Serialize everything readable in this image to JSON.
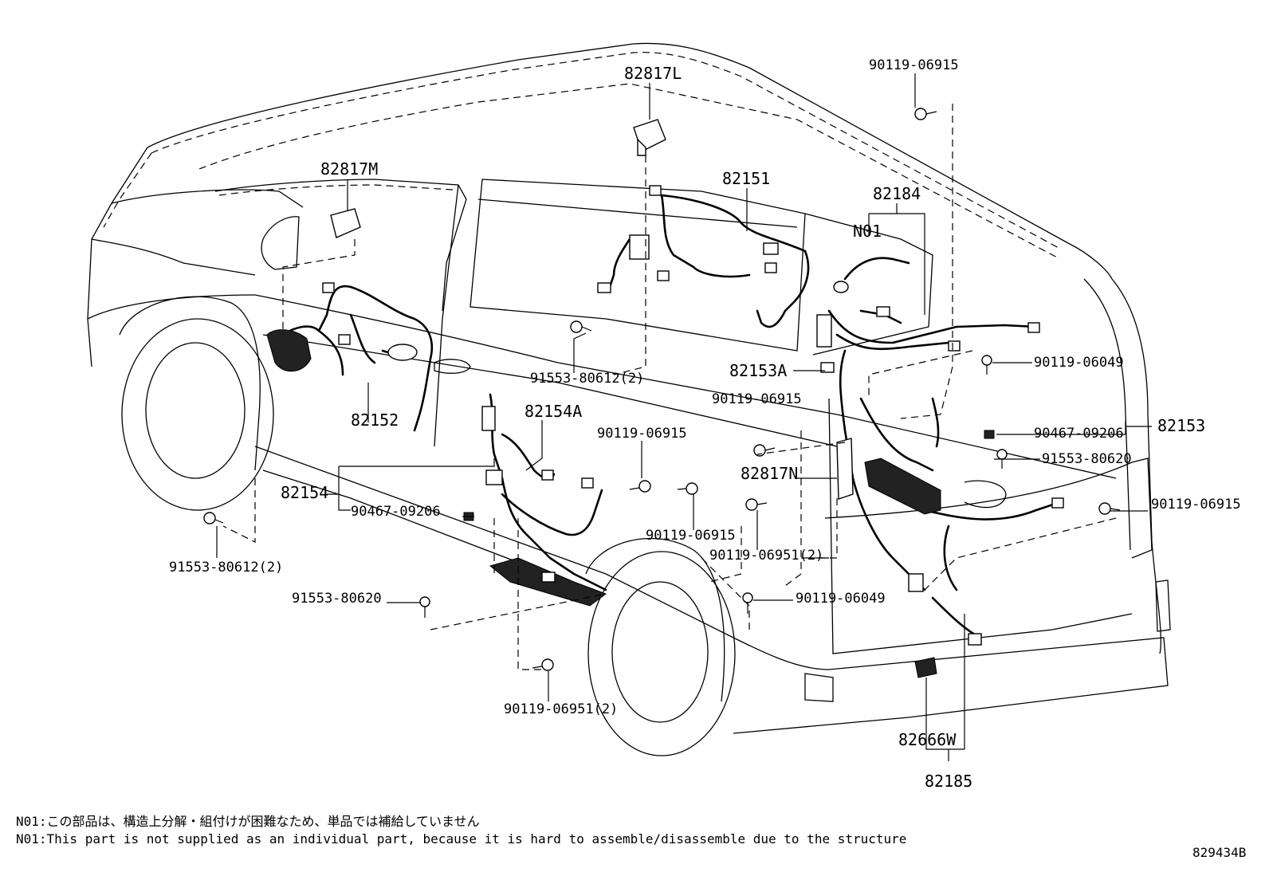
{
  "labels": {
    "p82817L": "82817L",
    "p82817M": "82817M",
    "p82151": "82151",
    "p82184": "82184",
    "n01": "N01",
    "p90119_06915_top": "90119-06915",
    "p82153A": "82153A",
    "p90119_06049_r": "90119-06049",
    "p82152": "82152",
    "p82154A": "82154A",
    "p91553_80612_mid": "91553-80612(2)",
    "p90119_06915_a": "90119-06915",
    "p90119_06915_b": "90119-06915",
    "p82153": "82153",
    "p90467_09206_r": "90467-09206",
    "p91553_80620_r": "91553-80620",
    "p82817N": "82817N",
    "p82154": "82154",
    "p90467_09206_l": "90467-09206",
    "p90119_06915_r": "90119-06915",
    "p90119_06915_c": "90119-06915",
    "p90119_06951_mid": "90119-06951(2)",
    "p91553_80612_low": "91553-80612(2)",
    "p91553_80620_l": "91553-80620",
    "p90119_06049_mid": "90119-06049",
    "p90119_06951_low": "90119-06951(2)",
    "p82666W": "82666W",
    "p82185": "82185"
  },
  "notes": {
    "jp": "N01:この部品は、構造上分解・組付けが困難なため、単品では補給していません",
    "en": "N01:This part is not supplied as an individual part, because it is hard to assemble/disassemble due to the structure"
  },
  "figure_code": "829434B"
}
